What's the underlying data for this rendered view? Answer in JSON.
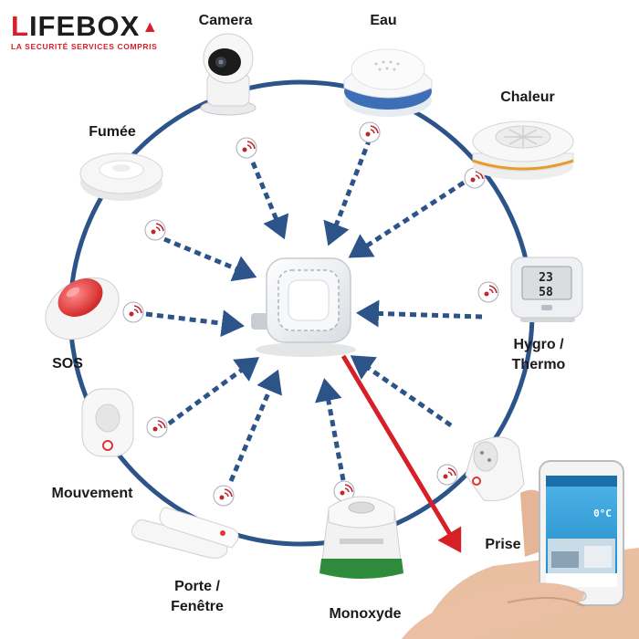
{
  "brand": {
    "name_part1": "L",
    "name_part2": "IFEBOX",
    "tagline": "LA SECURITÉ SERVICES COMPRIS"
  },
  "devices": {
    "camera": "Camera",
    "eau": "Eau",
    "chaleur": "Chaleur",
    "fumee": "Fumée",
    "hygro": "Hygro /\nThermo",
    "sos": "SOS",
    "mouvement": "Mouvement",
    "prise": "Prise",
    "porte": "Porte /\nFenêtre",
    "monoxyde": "Monoxyde"
  },
  "thermo_display": {
    "temp": "23",
    "humidity": "58"
  },
  "phone_display": {
    "temp": "0°C"
  },
  "colors": {
    "ring": "#2d5488",
    "arrow_red": "#d61f26",
    "brand_red": "#d7202b"
  }
}
